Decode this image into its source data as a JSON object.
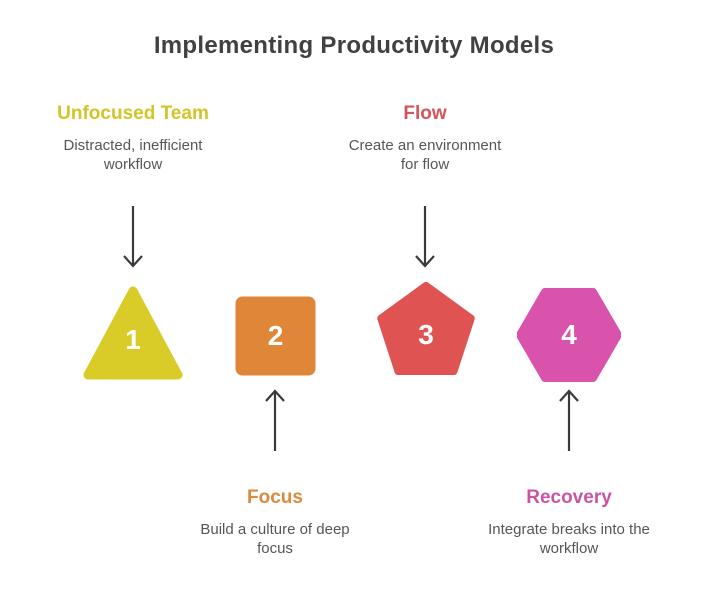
{
  "title": "Implementing Productivity Models",
  "title_color": "#414141",
  "text_color": "#565656",
  "arrow_color": "#3a3a3a",
  "background": "#ffffff",
  "number_text_color": "#ffffff",
  "steps": [
    {
      "number": "1",
      "label": "Unfocused Team",
      "description": "Distracted, inefficient workflow",
      "label_position": "top",
      "shape": "triangle",
      "shape_color": "#d9cb28",
      "label_color": "#d4c427"
    },
    {
      "number": "2",
      "label": "Focus",
      "description": "Build a culture of deep focus",
      "label_position": "bottom",
      "shape": "square",
      "shape_color": "#e08638",
      "label_color": "#d98a3d"
    },
    {
      "number": "3",
      "label": "Flow",
      "description": "Create an environment for flow",
      "label_position": "top",
      "shape": "pentagon",
      "shape_color": "#e05353",
      "label_color": "#d5545a"
    },
    {
      "number": "4",
      "label": "Recovery",
      "description": "Integrate breaks into the workflow",
      "label_position": "bottom",
      "shape": "hexagon",
      "shape_color": "#d952ac",
      "label_color": "#cb53a4"
    }
  ]
}
